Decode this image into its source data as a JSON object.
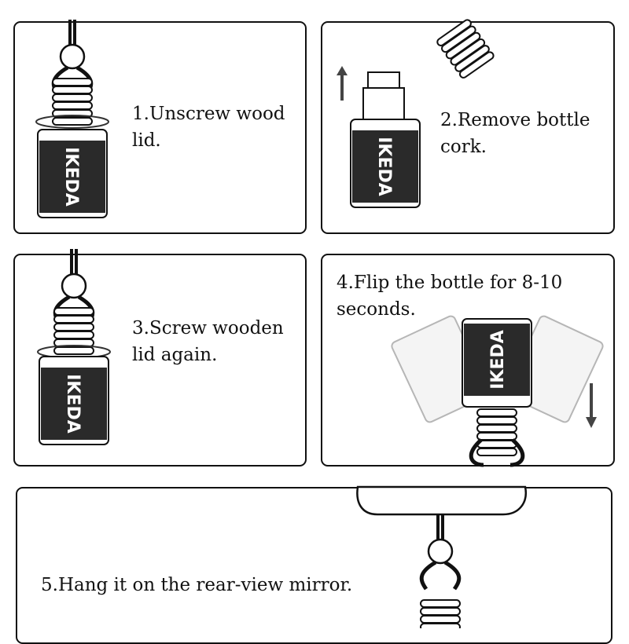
{
  "brand": "IKEDA",
  "steps": [
    {
      "lines": [
        "1.Unscrew wood",
        "lid."
      ]
    },
    {
      "lines": [
        "2.Remove bottle",
        "cork."
      ]
    },
    {
      "lines": [
        "3.Screw wooden",
        "lid again."
      ]
    },
    {
      "lines": [
        "4.Flip the bottle for 8-10",
        "seconds."
      ]
    },
    {
      "lines": [
        "5.Hang it on the rear-view mirror."
      ]
    }
  ]
}
